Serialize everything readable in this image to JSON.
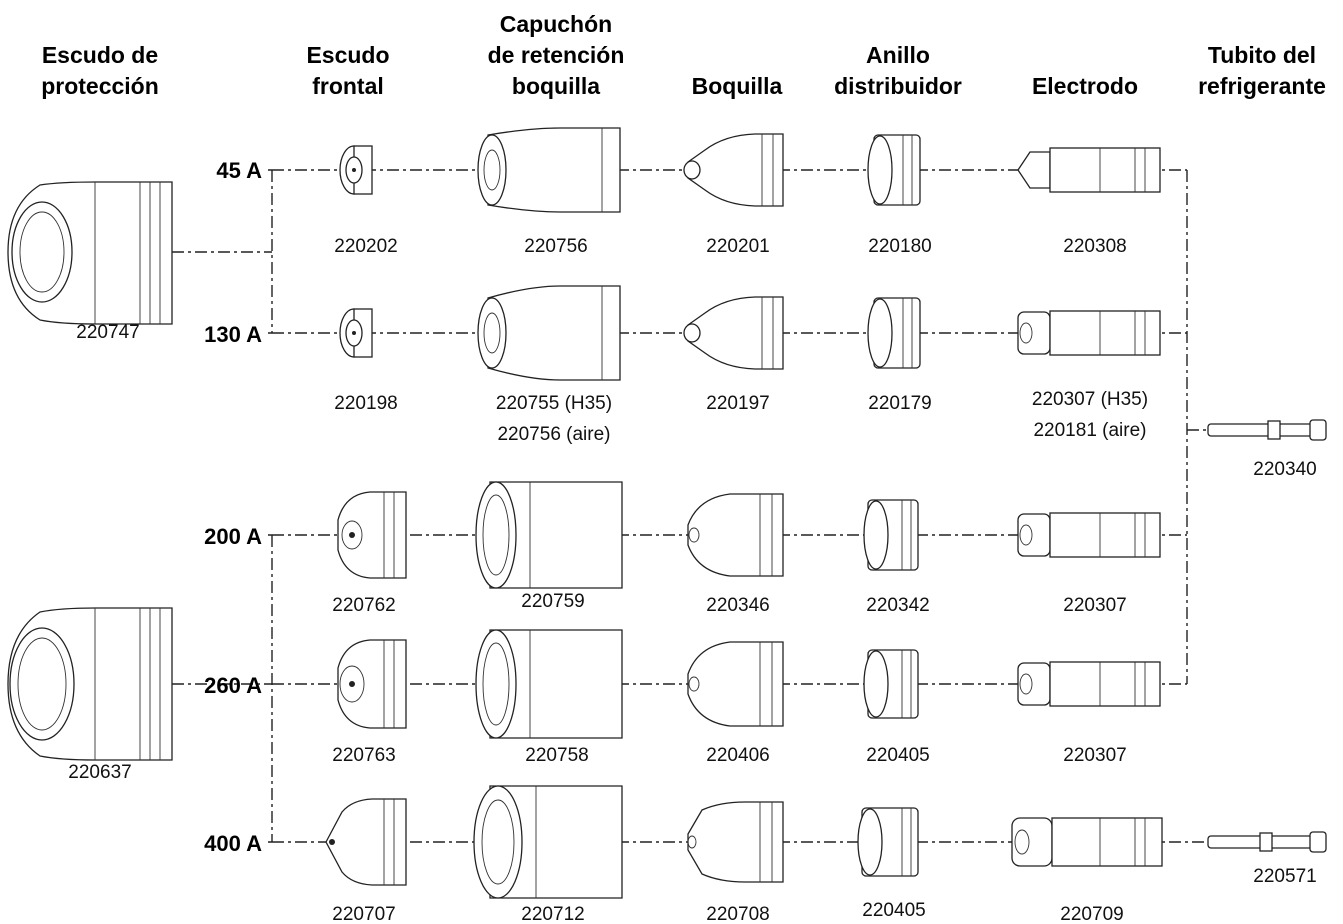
{
  "headers": {
    "shield": [
      "Escudo de",
      "protección"
    ],
    "front_shield": [
      "Escudo",
      "frontal"
    ],
    "retaining_cap": [
      "Capuchón",
      "de retención",
      "boquilla"
    ],
    "nozzle": [
      "Boquilla"
    ],
    "swirl_ring": [
      "Anillo",
      "distribuidor"
    ],
    "electrode": [
      "Electrodo"
    ],
    "coolant_tube": [
      "Tubito del",
      "refrigerante"
    ]
  },
  "shields": {
    "upper": "220747",
    "lower": "220637"
  },
  "coolant_tubes": {
    "main": "220340",
    "high_amp": "220571"
  },
  "rows": [
    {
      "amps": "45 A",
      "front_shield": "220202",
      "retaining_cap": [
        "220756"
      ],
      "nozzle": "220201",
      "swirl_ring": "220180",
      "electrode": [
        "220308"
      ]
    },
    {
      "amps": "130 A",
      "front_shield": "220198",
      "retaining_cap": [
        "220755 (H35)",
        "220756 (aire)"
      ],
      "nozzle": "220197",
      "swirl_ring": "220179",
      "electrode": [
        "220307 (H35)",
        "220181 (aire)"
      ]
    },
    {
      "amps": "200 A",
      "front_shield": "220762",
      "retaining_cap": [
        "220759"
      ],
      "nozzle": "220346",
      "swirl_ring": "220342",
      "electrode": [
        "220307"
      ]
    },
    {
      "amps": "260 A",
      "front_shield": "220763",
      "retaining_cap": [
        "220758"
      ],
      "nozzle": "220406",
      "swirl_ring": "220405",
      "electrode": [
        "220307"
      ]
    },
    {
      "amps": "400 A",
      "front_shield": "220707",
      "retaining_cap": [
        "220712"
      ],
      "nozzle": "220708",
      "swirl_ring": "220405",
      "electrode": [
        "220709"
      ]
    }
  ]
}
